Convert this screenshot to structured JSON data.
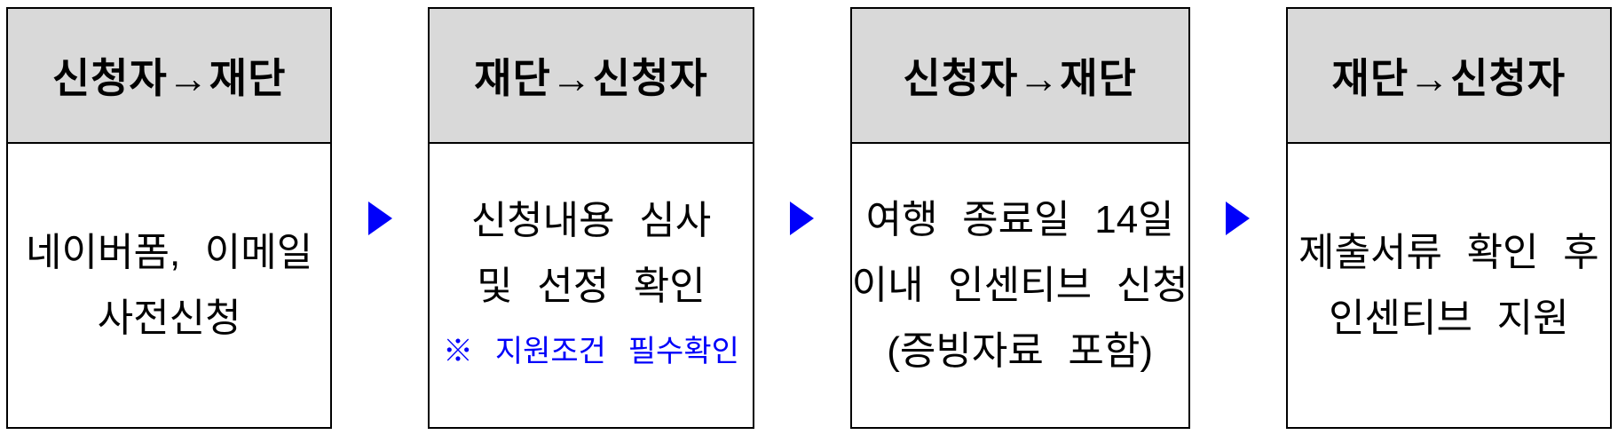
{
  "flow": {
    "steps": [
      {
        "header": "신청자→재단",
        "lines": [
          "네이버폼, 이메일",
          "사전신청"
        ]
      },
      {
        "header": "재단→신청자",
        "lines": [
          "신청내용 심사",
          "및 선정 확인"
        ],
        "note": "※ 지원조건 필수확인"
      },
      {
        "header": "신청자→재단",
        "lines": [
          "여행 종료일 14일",
          "이내 인센티브 신청",
          "(증빙자료 포함)"
        ]
      },
      {
        "header": "재단→신청자",
        "lines": [
          "제출서류 확인 후",
          "인센티브 지원"
        ]
      }
    ],
    "icons": {
      "step_arrow": "right-pointing-triangle"
    },
    "colors": {
      "header_bg": "#d9d9d9",
      "border": "#000000",
      "arrow_blue": "#0000fa",
      "note_blue": "#0000fa",
      "body_bg": "#ffffff",
      "text": "#000000"
    }
  }
}
